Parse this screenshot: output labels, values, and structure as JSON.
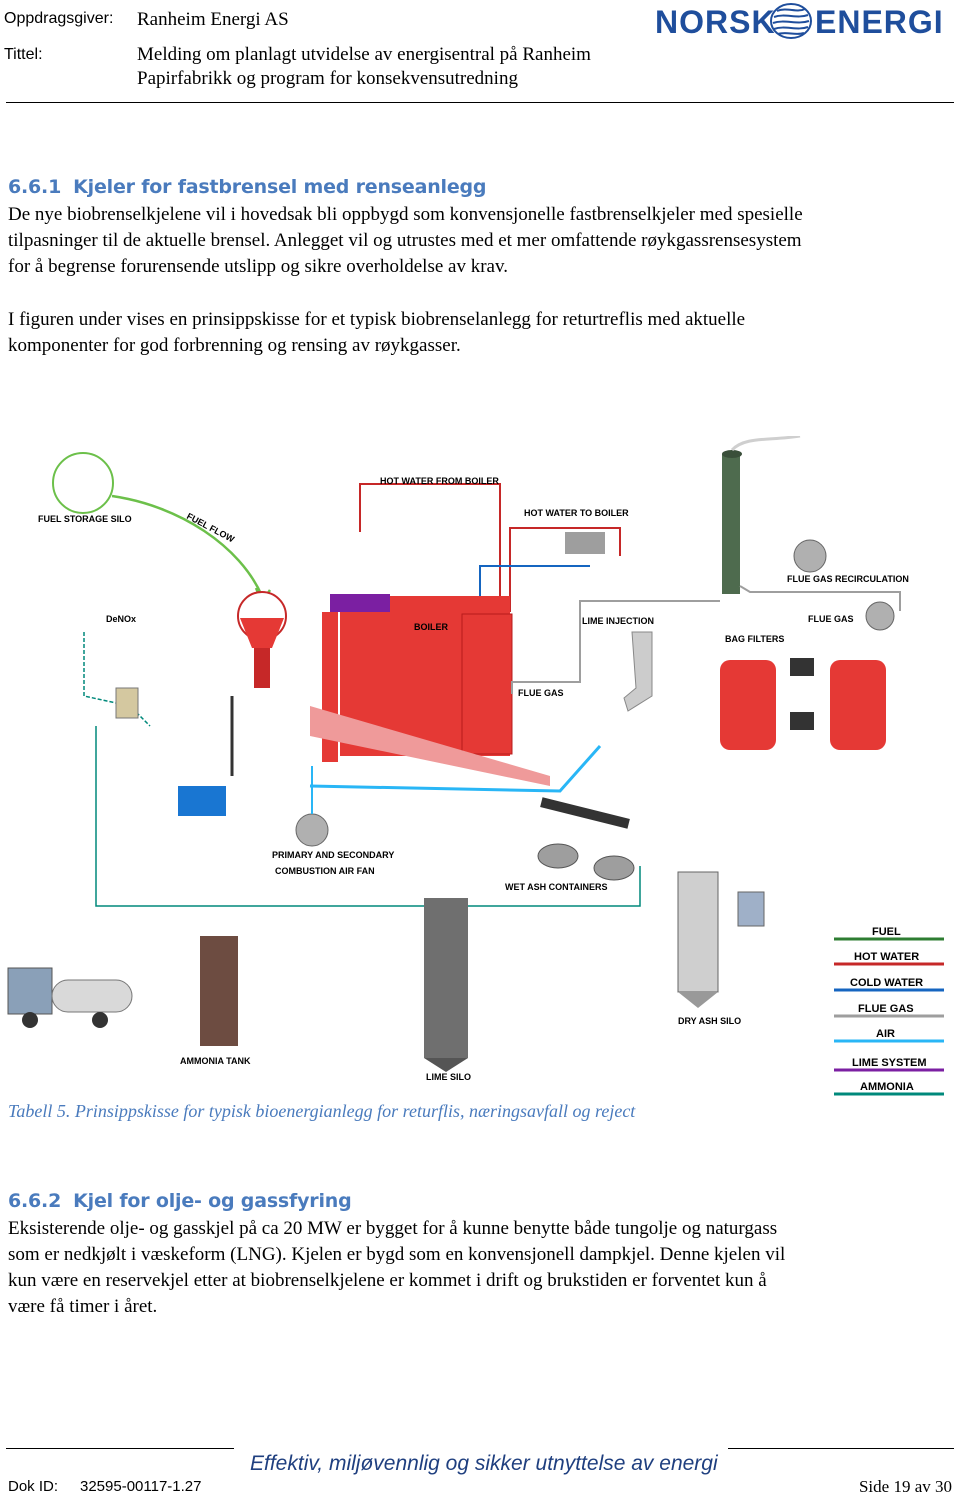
{
  "header": {
    "client_label": "Oppdragsgiver:",
    "client": "Ranheim Energi AS",
    "title_label": "Tittel:",
    "title_line1": "Melding om planlagt utvidelse av energisentral på Ranheim",
    "title_line2": "Papirfabrikk og program for konsekvensutredning",
    "logo_text": "NORSK ENERGI"
  },
  "section1": {
    "number": "6.6.1",
    "heading": "Kjeler for fastbrensel med renseanlegg",
    "para1": [
      "De nye biobrenselkjelene vil i hovedsak bli oppbygd som konvensjonelle fastbrenselkjeler med spesielle",
      "tilpasninger til de aktuelle brensel. Anlegget vil og utrustes med et mer omfattende røykgassrensesystem",
      "for å begrense forurensende utslipp og sikre overholdelse av krav."
    ],
    "para2": [
      "I figuren under vises en prinsippskisse for et typisk biobrenselanlegg for returtreflis med aktuelle",
      "komponenter for god forbrenning og rensing av røykgasser."
    ]
  },
  "figure": {
    "labels": {
      "fuel_storage_silo": "FUEL STORAGE SILO",
      "fuel_flow": "FUEL FLOW",
      "hot_water_from_boiler": "HOT WATER FROM BOILER",
      "hot_water_to_boiler": "HOT WATER TO BOILER",
      "flue_gas_recirculation": "FLUE GAS RECIRCULATION",
      "denox": "DeNOx",
      "boiler": "BOILER",
      "lime_injection": "LIME INJECTION",
      "flue_gas_right": "FLUE GAS",
      "bag_filters": "BAG FILTERS",
      "flue_gas_boiler": "FLUE GAS",
      "primary_secondary_1": "PRIMARY AND SECONDARY",
      "primary_secondary_2": "COMBUSTION AIR FAN",
      "wet_ash": "WET ASH CONTAINERS",
      "ammonia_tank": "AMMONIA TANK",
      "lime_silo": "LIME SILO",
      "dry_ash_silo": "DRY ASH SILO"
    },
    "legend": [
      {
        "label": "FUEL",
        "color": "#2e7d32"
      },
      {
        "label": "HOT WATER",
        "color": "#c62828"
      },
      {
        "label": "COLD WATER",
        "color": "#1565c0"
      },
      {
        "label": "FLUE GAS",
        "color": "#9e9e9e"
      },
      {
        "label": "AIR",
        "color": "#29b6f6"
      },
      {
        "label": "LIME SYSTEM",
        "color": "#7b1fa2"
      },
      {
        "label": "AMMONIA",
        "color": "#00897b"
      }
    ]
  },
  "caption": "Tabell 5. Prinsippskisse for typisk bioenergianlegg for returflis, næringsavfall og reject",
  "section2": {
    "number": "6.6.2",
    "heading": "Kjel for olje- og gassfyring",
    "para": [
      "Eksisterende olje- og gasskjel på ca 20 MW er bygget for å kunne benytte både tungolje og naturgass",
      "som er nedkjølt i væskeform (LNG). Kjelen er bygd som en konvensjonell dampkjel. Denne kjelen vil",
      "kun være en reservekjel etter at biobrenselkjelene er kommet i drift og brukstiden er forventet kun å",
      "være få timer i året."
    ]
  },
  "footer": {
    "slogan": "Effektiv, miljøvennlig og sikker utnyttelse av energi",
    "doc_label": "Dok ID:",
    "doc_id": "32595-00117-1.27",
    "page": "Side 19 av 30"
  }
}
